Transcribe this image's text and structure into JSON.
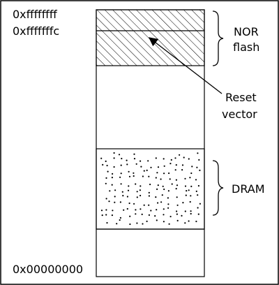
{
  "addresses": {
    "top": "0xffffffff",
    "reset": "0xfffffffc",
    "bottom": "0x00000000"
  },
  "labels": {
    "nor_line1": "NOR",
    "nor_line2": "flash",
    "reset_line1": "Reset",
    "reset_line2": "vector",
    "dram": "DRAM"
  },
  "colors": {
    "ink": "#000000",
    "background": "#ffffff"
  }
}
